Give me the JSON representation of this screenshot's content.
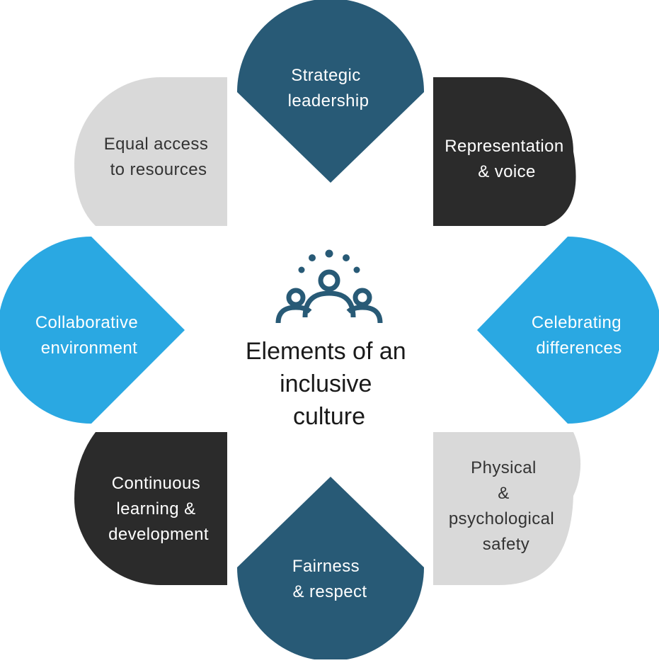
{
  "center": {
    "title_lines": [
      "Elements of an",
      "inclusive",
      "culture"
    ],
    "icon": "people-group-icon"
  },
  "colors": {
    "navy": "#285a76",
    "black": "#2b2b2b",
    "sky": "#2aa8e2",
    "light_gray": "#d9d9d9",
    "dark_text": "#333333",
    "white_text": "#ffffff",
    "icon": "#285a76"
  },
  "petals": [
    {
      "id": "strategic-leadership",
      "lines": [
        "Strategic",
        "leadership"
      ],
      "fill": "#285a76",
      "text_color": "#ffffff"
    },
    {
      "id": "representation-voice",
      "lines": [
        "Representation",
        "& voice"
      ],
      "fill": "#2b2b2b",
      "text_color": "#ffffff"
    },
    {
      "id": "celebrating-differences",
      "lines": [
        "Celebrating",
        "differences"
      ],
      "fill": "#2aa8e2",
      "text_color": "#ffffff"
    },
    {
      "id": "physical-psychological-safety",
      "lines": [
        "Physical",
        "&",
        "psychological",
        "safety"
      ],
      "fill": "#d9d9d9",
      "text_color": "#333333"
    },
    {
      "id": "fairness-respect",
      "lines": [
        "Fairness",
        "& respect"
      ],
      "fill": "#285a76",
      "text_color": "#ffffff"
    },
    {
      "id": "continuous-learning",
      "lines": [
        "Continuous",
        "learning &",
        "development"
      ],
      "fill": "#2b2b2b",
      "text_color": "#ffffff"
    },
    {
      "id": "collaborative-environment",
      "lines": [
        "Collaborative",
        "environment"
      ],
      "fill": "#2aa8e2",
      "text_color": "#ffffff"
    },
    {
      "id": "equal-access",
      "lines": [
        "Equal access",
        "to resources"
      ],
      "fill": "#d9d9d9",
      "text_color": "#333333"
    }
  ]
}
